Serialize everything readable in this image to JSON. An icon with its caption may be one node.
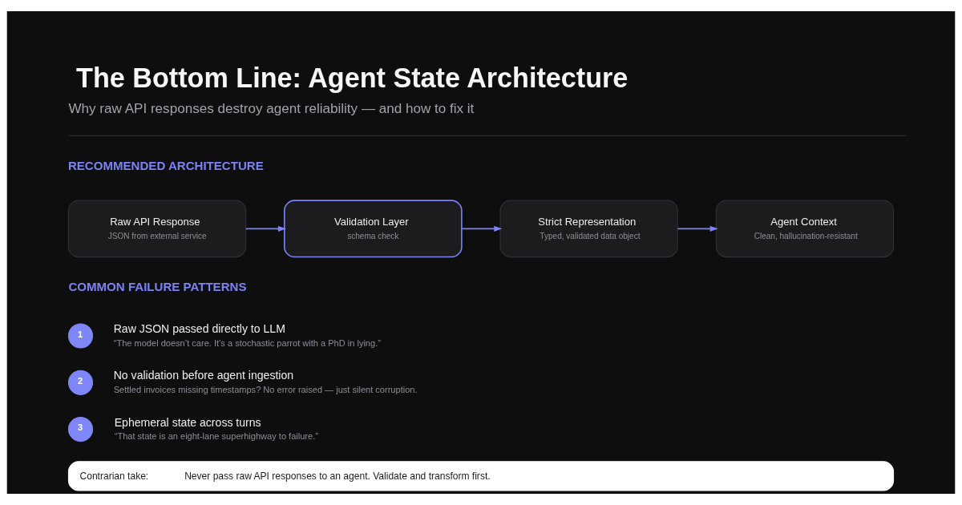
{
  "diagram": {
    "title": "The Bottom Line: Agent State Architecture",
    "nodes": [
      {
        "text": [
          "Raw API Response",
          "JSON from external service"
        ]
      },
      {
        "text": [
          "Validation Layer",
          "schema check"
        ]
      },
      {
        "text": [
          "Strict Representation",
          "Typed, validated data object"
        ]
      },
      {
        "text": [
          "Agent Context",
          "Clean, hallucination-resistant"
        ]
      },
      {
        "text": [
          "1"
        ],
        "beside": [
          "Raw JSON passed directly to LLM",
          "“The model doesn’t care. It’s a stochastic parrot with a PhD in lying.”"
        ]
      },
      {
        "text": [
          "2"
        ],
        "beside": [
          "No validation before agent ingestion",
          "Settled invoices missing timestamps? No error raised — just silent corruption."
        ]
      },
      {
        "text": [
          "3"
        ],
        "beside": [
          "Ephemeral state across turns",
          "“That state is an eight-lane superhighway to failure.”"
        ]
      },
      {
        "text": [
          "Contrarian take:",
          "Never pass raw API responses to an agent. Validate and transform first."
        ]
      }
    ],
    "edges": [
      {
        "from": 0,
        "to": 1,
        "arrow": "to"
      },
      {
        "from": 1,
        "to": 2,
        "arrow": "to"
      },
      {
        "from": 2,
        "to": 3,
        "arrow": "to"
      }
    ],
    "labels": [
      "Why raw API responses destroy agent reliability — and how to fix it",
      "RECOMMENDED ARCHITECTURE",
      "COMMON FAILURE PATTERNS"
    ]
  }
}
